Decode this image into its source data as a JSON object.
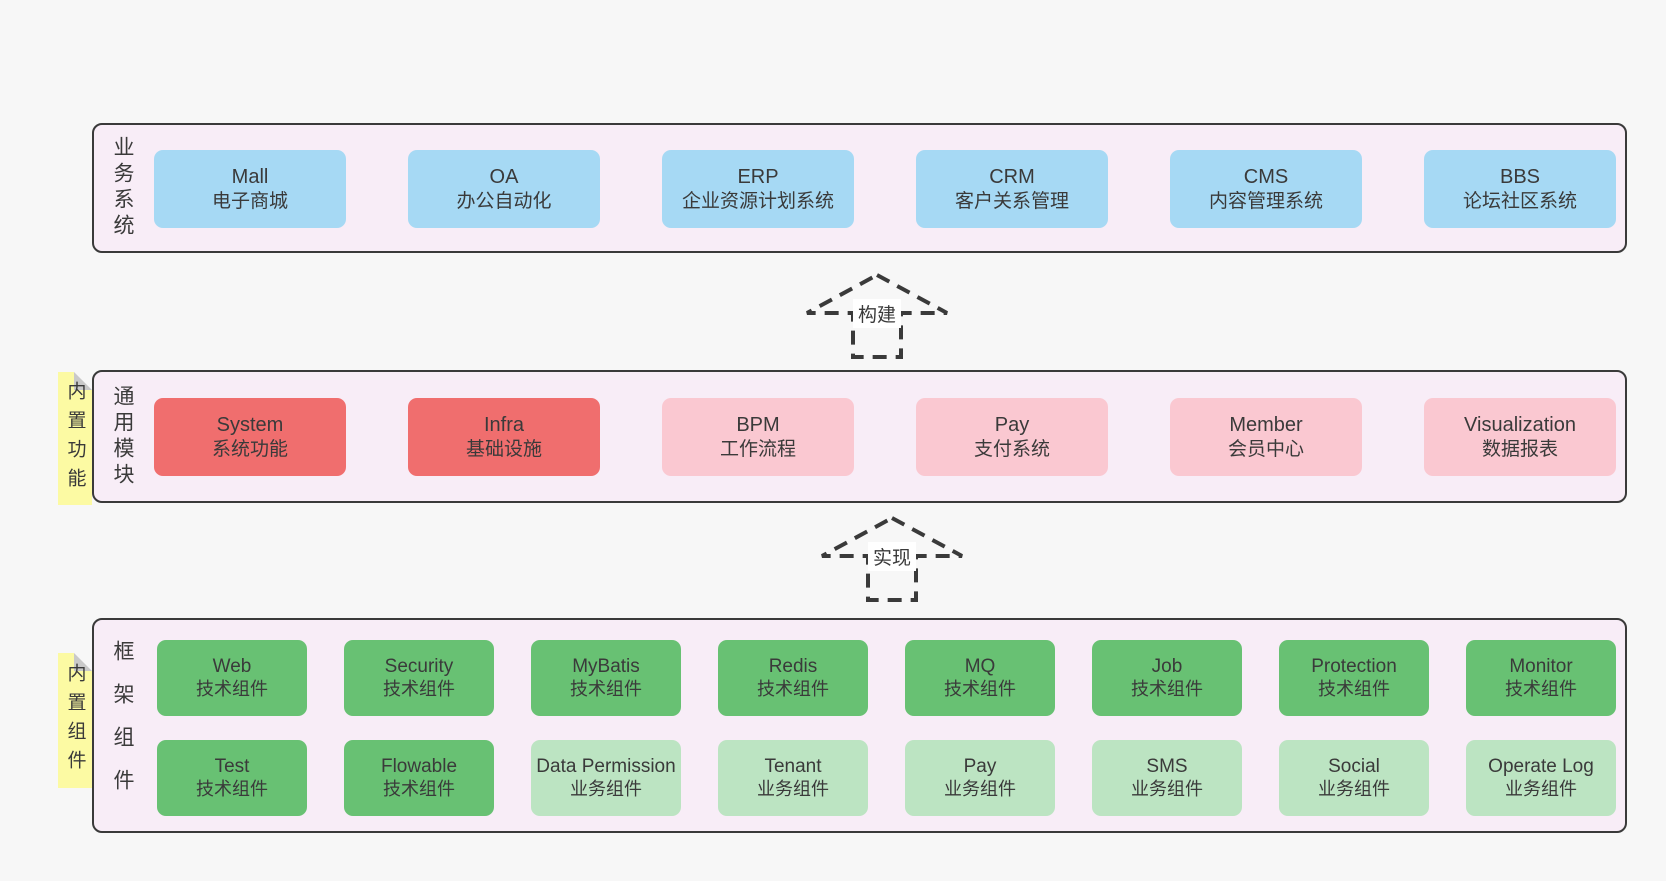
{
  "diagram": {
    "arrows": {
      "build": "构建",
      "implement": "实现"
    },
    "sections": {
      "business": {
        "label": "业务系统",
        "boxes": [
          {
            "en": "Mall",
            "zh": "电子商城"
          },
          {
            "en": "OA",
            "zh": "办公自动化"
          },
          {
            "en": "ERP",
            "zh": "企业资源计划系统"
          },
          {
            "en": "CRM",
            "zh": "客户关系管理"
          },
          {
            "en": "CMS",
            "zh": "内容管理系统"
          },
          {
            "en": "BBS",
            "zh": "论坛社区系统"
          }
        ]
      },
      "modules": {
        "label": "通用模块",
        "note": "内置功能",
        "boxes": [
          {
            "en": "System",
            "zh": "系统功能",
            "tone": "red"
          },
          {
            "en": "Infra",
            "zh": "基础设施",
            "tone": "red"
          },
          {
            "en": "BPM",
            "zh": "工作流程",
            "tone": "pink"
          },
          {
            "en": "Pay",
            "zh": "支付系统",
            "tone": "pink"
          },
          {
            "en": "Member",
            "zh": "会员中心",
            "tone": "pink"
          },
          {
            "en": "Visualization",
            "zh": "数据报表",
            "tone": "pink"
          }
        ]
      },
      "components": {
        "label": "框架组件",
        "note": "内置组件",
        "row1": [
          {
            "en": "Web",
            "zh": "技术组件",
            "tone": "green-dark"
          },
          {
            "en": "Security",
            "zh": "技术组件",
            "tone": "green-dark"
          },
          {
            "en": "MyBatis",
            "zh": "技术组件",
            "tone": "green-dark"
          },
          {
            "en": "Redis",
            "zh": "技术组件",
            "tone": "green-dark"
          },
          {
            "en": "MQ",
            "zh": "技术组件",
            "tone": "green-dark"
          },
          {
            "en": "Job",
            "zh": "技术组件",
            "tone": "green-dark"
          },
          {
            "en": "Protection",
            "zh": "技术组件",
            "tone": "green-dark"
          },
          {
            "en": "Monitor",
            "zh": "技术组件",
            "tone": "green-dark"
          }
        ],
        "row2": [
          {
            "en": "Test",
            "zh": "技术组件",
            "tone": "green-dark"
          },
          {
            "en": "Flowable",
            "zh": "技术组件",
            "tone": "green-dark"
          },
          {
            "en": "Data Permission",
            "zh": "业务组件",
            "tone": "green-light"
          },
          {
            "en": "Tenant",
            "zh": "业务组件",
            "tone": "green-light"
          },
          {
            "en": "Pay",
            "zh": "业务组件",
            "tone": "green-light"
          },
          {
            "en": "SMS",
            "zh": "业务组件",
            "tone": "green-light"
          },
          {
            "en": "Social",
            "zh": "业务组件",
            "tone": "green-light"
          },
          {
            "en": "Operate Log",
            "zh": "业务组件",
            "tone": "green-light"
          }
        ]
      }
    },
    "colors": {
      "page_bg": "#f7f7f7",
      "section_bg": "#f8edf7",
      "border": "#3a3a3a",
      "text": "#3a3a3a",
      "blue": "#a6d9f4",
      "red": "#f06e6e",
      "pink": "#fac8d1",
      "green_dark": "#68c173",
      "green_light": "#bce4c2",
      "note_yellow": "#fcfaa3",
      "note_fold": "#c9c9c9",
      "arrow_label_bg": "#ffffff"
    }
  }
}
